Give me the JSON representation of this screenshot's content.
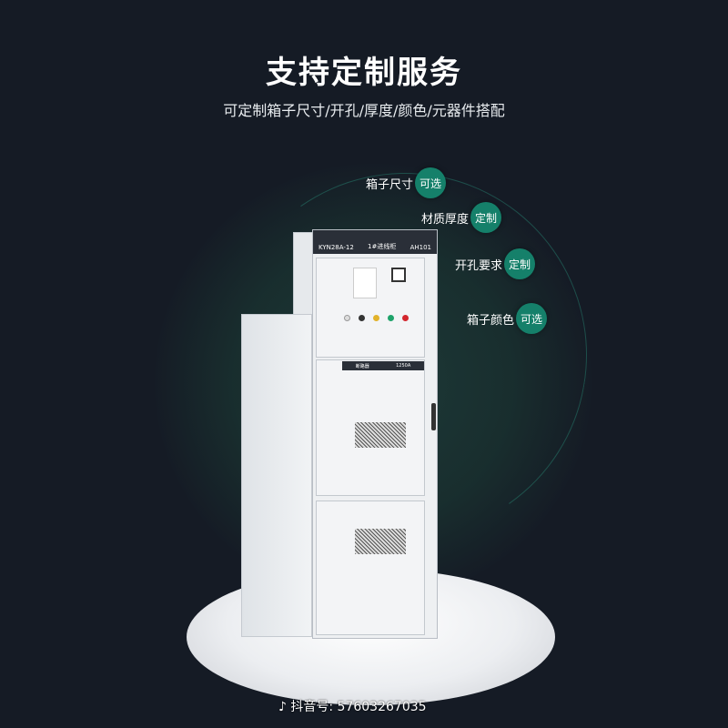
{
  "header": {
    "title": "支持定制服务",
    "subtitle": "可定制箱子尺寸/开孔/厚度/颜色/元器件搭配"
  },
  "options": [
    {
      "label": "箱子尺寸",
      "badge": "可选"
    },
    {
      "label": "材质厚度",
      "badge": "定制"
    },
    {
      "label": "开孔要求",
      "badge": "定制"
    },
    {
      "label": "箱子颜色",
      "badge": "可选"
    }
  ],
  "cabinet": {
    "model": "KYN28A-12",
    "name": "1#进线柜",
    "code": "AH101",
    "breaker_label": "断路器",
    "breaker_rating": "1250A"
  },
  "watermark": {
    "icon": "tiktok-icon",
    "text": "抖音号: 57603267035"
  },
  "colors": {
    "background": "#151b25",
    "accent": "#15806a"
  }
}
